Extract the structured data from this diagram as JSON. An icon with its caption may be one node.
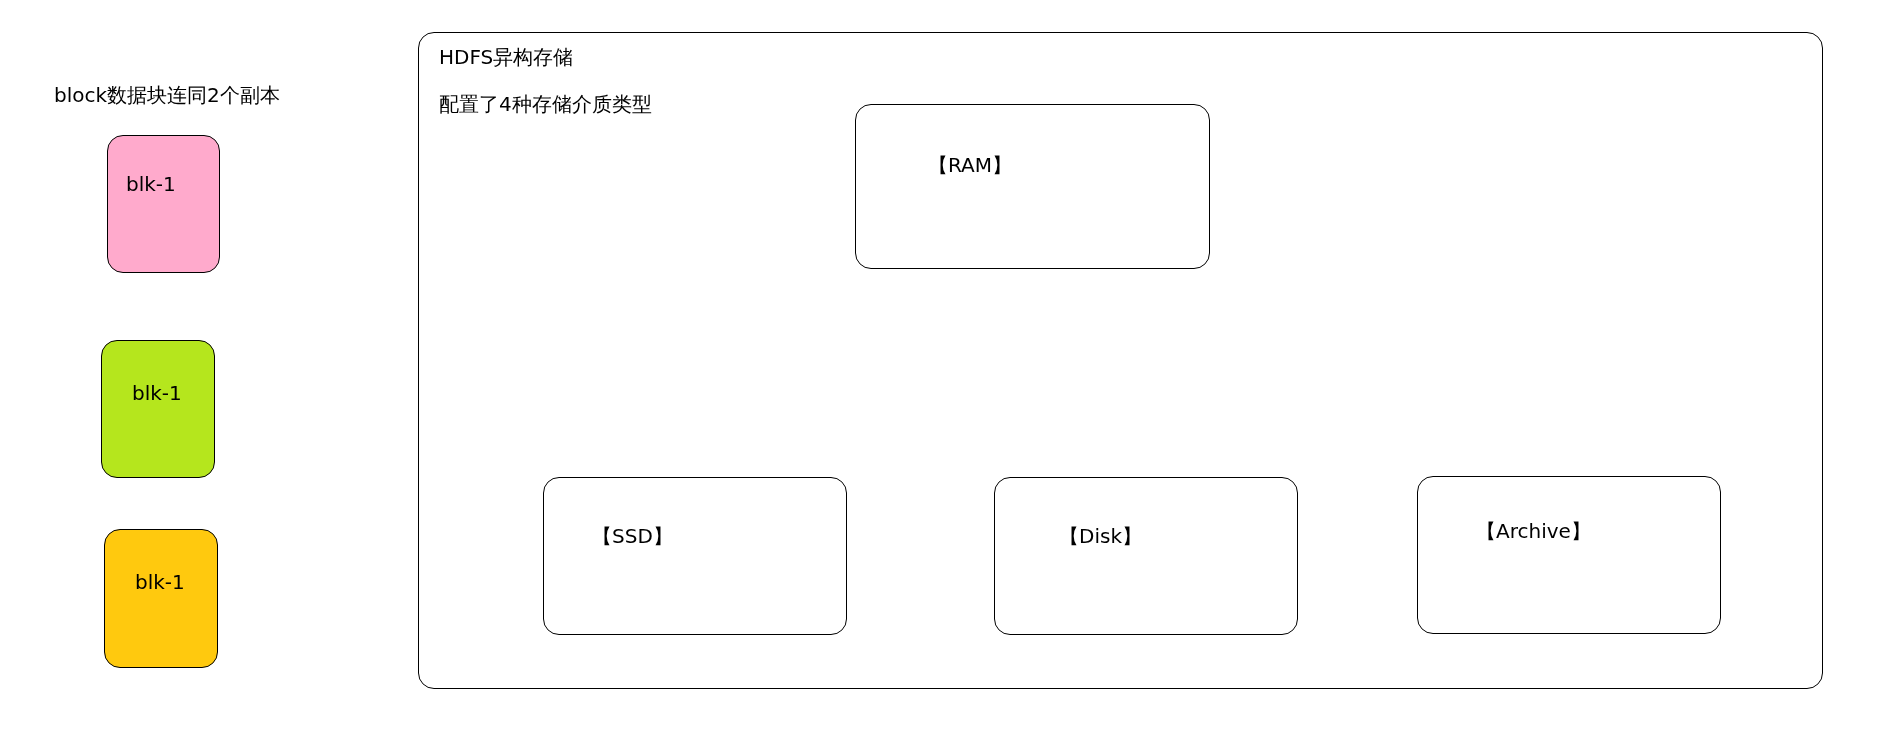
{
  "diagram": {
    "nodes": [
      {
        "text": [
          "blk-1"
        ]
      },
      {
        "text": [
          "blk-1"
        ]
      },
      {
        "text": [
          "blk-1"
        ]
      },
      {
        "text": [
          "HDFS异构存储",
          "配置了4种存储介质类型"
        ]
      },
      {
        "text": [
          "【RAM】"
        ],
        "in": 3
      },
      {
        "text": [
          "【SSD】"
        ],
        "in": 3
      },
      {
        "text": [
          "【Disk】"
        ],
        "in": 3
      },
      {
        "text": [
          "【Archive】"
        ],
        "in": 3
      }
    ],
    "labels": [
      "block数据块连同2个副本"
    ]
  }
}
